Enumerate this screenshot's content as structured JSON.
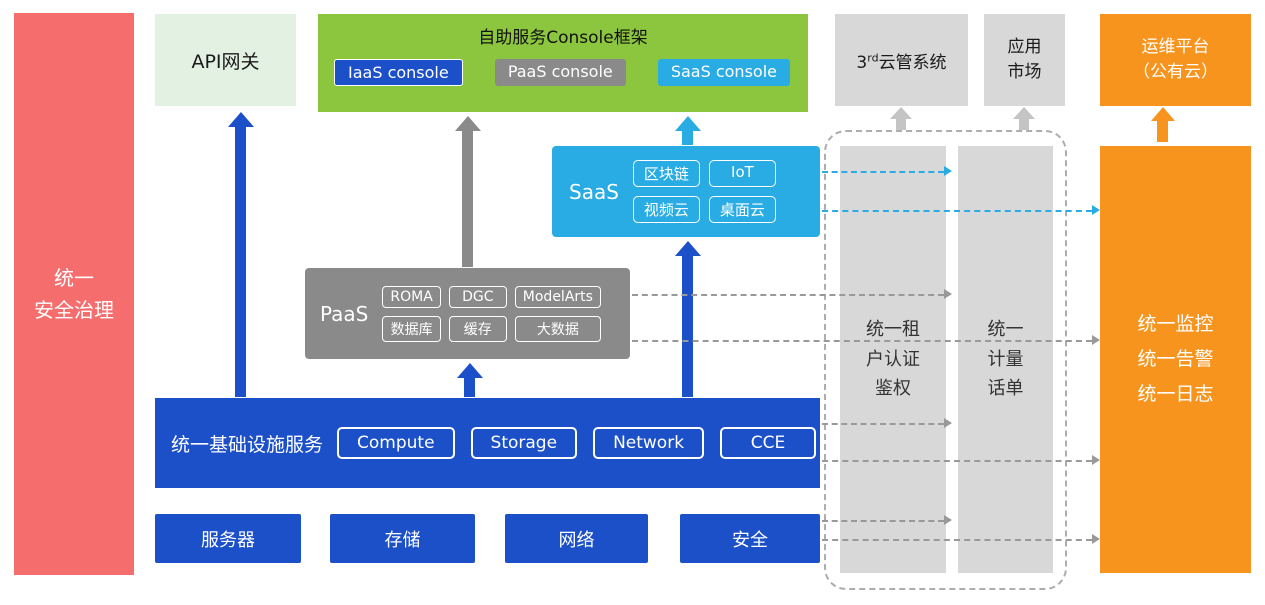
{
  "colors": {
    "security_red": "#F66D6D",
    "primary_blue": "#1C50C8",
    "frame_green": "#8CC63F",
    "pale_green": "#E3F1E2",
    "gray": "#8A8A8A",
    "light_gray": "#D8D8D8",
    "cyan": "#29ABE3",
    "orange": "#F7941E"
  },
  "security_bar": {
    "label": "统一\n安全治理"
  },
  "api_gateway": {
    "label": "API网关"
  },
  "console_frame": {
    "title": "自助服务Console框架",
    "iaas_console": "IaaS console",
    "paas_console": "PaaS console",
    "saas_console": "SaaS console"
  },
  "third_party_cloud": {
    "prefix": "3",
    "sup": "rd",
    "rest": "云管系统"
  },
  "app_market": {
    "label": "应用\n市场"
  },
  "om_platform": {
    "label": "运维平台\n（公有云）"
  },
  "saas": {
    "label": "SaaS",
    "items": [
      "区块链",
      "IoT",
      "视频云",
      "桌面云"
    ]
  },
  "paas": {
    "label": "PaaS",
    "items": [
      "ROMA",
      "DGC",
      "ModelArts",
      "数据库",
      "缓存",
      "大数据"
    ]
  },
  "infrastructure": {
    "label": "统一基础设施服务",
    "items": [
      "Compute",
      "Storage",
      "Network",
      "CCE"
    ]
  },
  "hardware_row": {
    "items": [
      "服务器",
      "存储",
      "网络",
      "安全"
    ]
  },
  "tenant_auth_bar": {
    "label": "统一租\n户认证\n鉴权"
  },
  "metering_bar": {
    "label": "统一\n计量\n话单"
  },
  "monitoring_bar": {
    "label": "统一监控\n统一告警\n统一日志"
  }
}
